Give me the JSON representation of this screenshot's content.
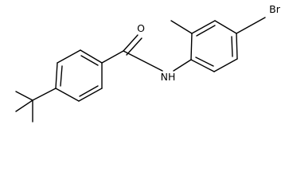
{
  "molecule": {
    "atoms": {
      "oxygen": "O",
      "amide_nitrogen": "NH",
      "bromine": "Br"
    }
  }
}
